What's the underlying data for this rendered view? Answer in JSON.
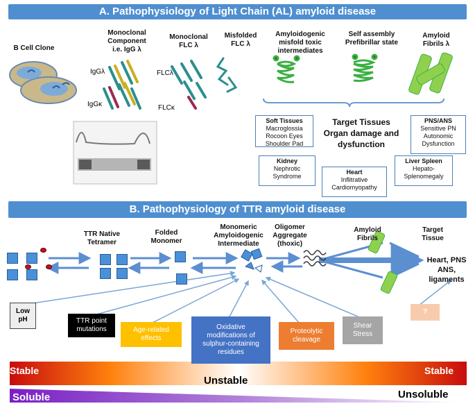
{
  "partA": {
    "banner": "A. Pathophysiology of  Light Chain (AL)  amyloid disease",
    "stages": {
      "b_cell_clone": "B Cell Clone",
      "monoclonal_component": [
        "Monoclonal",
        "Component",
        "i.e. IgG λ"
      ],
      "monoclonal_flc": [
        "Monoclonal",
        "FLC λ"
      ],
      "misfolded_flc": [
        "Misfolded",
        "FLC λ"
      ],
      "amyloidogenic": [
        "Amyloidogenic",
        "misfold toxic",
        "intermediates"
      ],
      "self_assembly": [
        "Self assembly",
        "Prefibrillar state"
      ],
      "amyloid_fibrils": [
        "Amyloid",
        "Fibrils  λ"
      ]
    },
    "ig_labels": {
      "igg_lambda": "IgGλ",
      "igg_kappa": "IgGκ",
      "flc_lambda": "FLCλ",
      "flc_kappa": "FLCκ"
    },
    "target_title": [
      "Target Tissues",
      "Organ damage and",
      "dysfunction"
    ],
    "tissues": {
      "soft": {
        "title": "Soft Tissues",
        "lines": [
          "Macroglossia",
          "Rocoon Eyes",
          "Shoulder Pad"
        ]
      },
      "pns": {
        "title": "PNS/ANS",
        "lines": [
          "Sensitive PN",
          "Autonomic",
          "Dysfunction"
        ]
      },
      "kidney": {
        "title": "Kidney",
        "lines": [
          "Nephrotic",
          "Syndrome"
        ]
      },
      "heart": {
        "title": "Heart",
        "lines": [
          "Inflitrative",
          "Cardiomyopathy"
        ]
      },
      "liver": {
        "title": "Liver Spleen",
        "lines": [
          "Hepato-",
          "Splenomegaly"
        ]
      }
    }
  },
  "partB": {
    "banner": "B. Pathophysiology of  TTR  amyloid disease",
    "stages": {
      "native_tetramer": [
        "TTR Native",
        "Tetramer"
      ],
      "folded_monomer": [
        "Folded",
        "Monomer"
      ],
      "monomeric": [
        "Monomeric",
        "Amyloidogenic",
        "Intermediate"
      ],
      "oligomer": [
        "Oligomer",
        "Aggregate",
        "(thoxic)"
      ],
      "fibrils": [
        "Amyloid",
        "Fibrils"
      ],
      "target": [
        "Target",
        "Tissue"
      ]
    },
    "target_organs": [
      "Heart, PNS ANS,",
      "ligaments"
    ],
    "factors": {
      "low_ph": [
        "Low",
        "pH"
      ],
      "ttr_mutations": [
        "TTR point",
        "mutations"
      ],
      "age": [
        "Age-related",
        "effects"
      ],
      "oxidative": [
        "Oxidative",
        "modifications of",
        "sulphur-containing",
        "residues"
      ],
      "proteolytic": [
        "Proteolytic",
        "cleavage"
      ],
      "shear": [
        "Shear",
        "Stress"
      ],
      "unknown": "?"
    }
  },
  "bars": {
    "stable_left": "Stable",
    "stable_right": "Stable",
    "unstable": "Unstable",
    "soluble": "Soluble",
    "unsoluble": "Unsoluble"
  },
  "colors": {
    "banner": "#4f8fd0",
    "ttr_square": "#4a90d9",
    "teal_chain": "#2a8f8f",
    "green_fibril": "#3cb043",
    "factor_black": "#000000",
    "factor_yellow": "#ffc000",
    "factor_blue": "#4472c4",
    "factor_orange": "#ed7d31",
    "factor_gray": "#a5a5a5",
    "factor_pink": "#f8cbad"
  }
}
